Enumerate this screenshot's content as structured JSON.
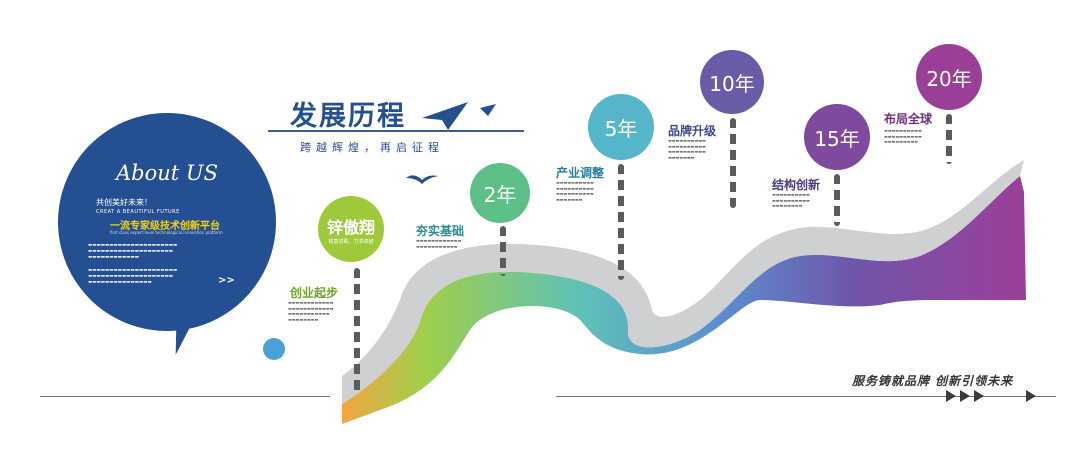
{
  "title": {
    "main": "发展历程",
    "sub": "跨越辉煌，再启征程"
  },
  "about": {
    "heading": "About US",
    "tagline": "共创美好未来！",
    "tagline_en": "CREAT A BEAUTIFUL FUTURE",
    "platform": "一流专家级技术创新平台",
    "platform_en": "first class expert level technological innovation platform",
    "arrows": ">>"
  },
  "milestones": [
    {
      "year": "锌傲翔",
      "sub": "锐意进取，力求卓越",
      "label": "创业起步",
      "color": "#9dc93a"
    },
    {
      "year": "2年",
      "label": "夯实基础",
      "color": "#5cbf86"
    },
    {
      "year": "5年",
      "label": "产业调整",
      "color": "#55b6c9"
    },
    {
      "year": "10年",
      "label": "品牌升级",
      "color": "#6a5ba6"
    },
    {
      "year": "15年",
      "label": "结构创新",
      "color": "#7f4a9e"
    },
    {
      "year": "20年",
      "label": "布局全球",
      "color": "#9a3f95"
    }
  ],
  "slogan": "服务铸就品牌  创新引领未来"
}
